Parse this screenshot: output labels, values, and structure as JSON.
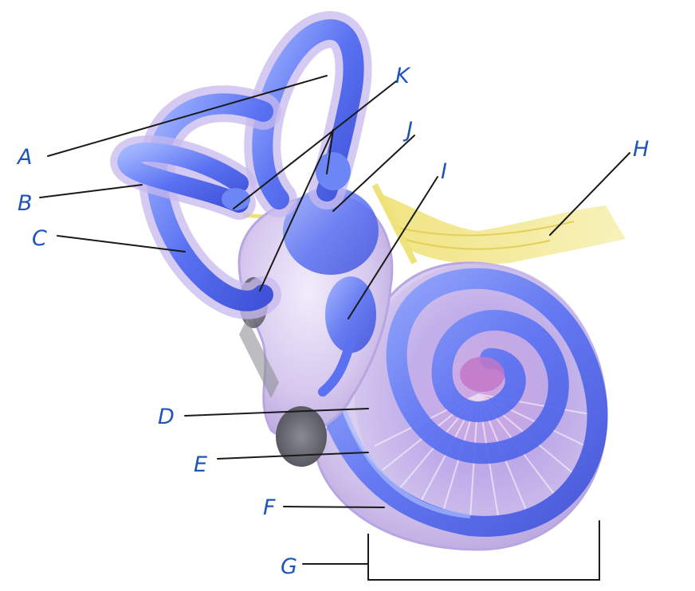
{
  "labels": {
    "a": "A",
    "b": "B",
    "c": "C",
    "d": "D",
    "e": "E",
    "f": "F",
    "g": "G",
    "h": "H",
    "i": "I",
    "j": "J",
    "k": "K"
  },
  "colors": {
    "label": "#1f55b8",
    "leader": "#1a1a1a",
    "membrane": "#5b7cf0",
    "bony": "#c8b6e8",
    "nerve": "#f1e98a",
    "window": "#6f6f78"
  }
}
